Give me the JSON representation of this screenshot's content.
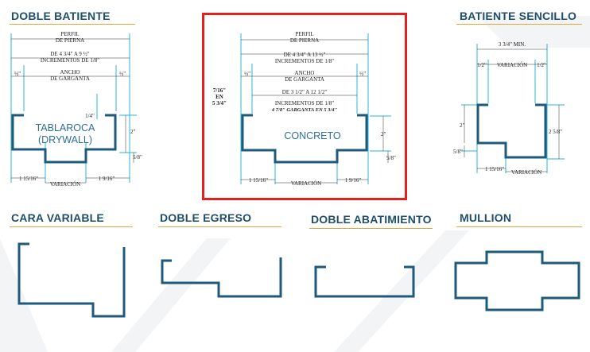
{
  "sections": {
    "doble_batiente": {
      "title": "DOBLE  BATIENTE",
      "perfil": "PERFIL",
      "de_pierna": "DE PIERNA",
      "range1": "DE 4 3/4\" A 9 ½\"",
      "increments": "INCREMENTOS DE 1/8\"",
      "half": "½\"",
      "ancho": "ANCHO",
      "garganta": "DE GARGANTA",
      "quarter": "1/4\"",
      "two": "2\"",
      "five_eighths": "5/8\"",
      "label_line1": "TABLAROCA",
      "label_line2": "(DRYWALL)",
      "left_dim": "1  15/16\"",
      "right_dim": "1  9/16\"",
      "variacion": "VARIACIÓN"
    },
    "concreto": {
      "perfil": "PERFIL",
      "de_pierna": "DE PIERNA",
      "range1": "DE 4 3/4\" A 13 ½\"",
      "increments1": "INCREMENTOS DE 1/8\"",
      "half": "½\"",
      "ancho": "ANCHO",
      "garganta": "DE GARGANTA",
      "side_line1": "7/16\"",
      "side_line2": "EN",
      "side_line3": "5 3/4\"",
      "range2": "DE 3 1/2\"  A 12 1/2\"",
      "increments2": "INCREMENTOS DE 1/8\"",
      "note": "4 7/8\"  GARGANTA EN 5 3/4\"",
      "label": "CONCRETO",
      "two": "2\"",
      "five_eighths": "5/8\"",
      "left_dim": "1  15/16\"",
      "right_dim": "1  9/16\"",
      "variacion": "VARIACIÓN",
      "highlight_color": "#e4201f"
    },
    "batiente_sencillo": {
      "title": "BATIENTE SENCILLO",
      "min": "3 3/4\" MIN.",
      "half": "1/2\"",
      "variacion": "VARIACIÓN",
      "two": "2\"",
      "two_five_eighths": "2 5/8\"",
      "five_eighths": "5/8\"",
      "left_dim": "1  15/16\"",
      "variacion_bottom": "VARIACIÓN"
    },
    "cara_variable": {
      "title": "CARA VARIABLE"
    },
    "doble_egreso": {
      "title": "DOBLE EGRESO"
    },
    "doble_abatimiento": {
      "title": "DOBLE ABATIMIENTO"
    },
    "mullion": {
      "title": "MULLION"
    }
  },
  "colors": {
    "title": "#1f4e6b",
    "underline": "#e8a23a",
    "frame": "#1d5a7c",
    "dimension": "#2bb4d6",
    "highlight": "#e4201f"
  }
}
